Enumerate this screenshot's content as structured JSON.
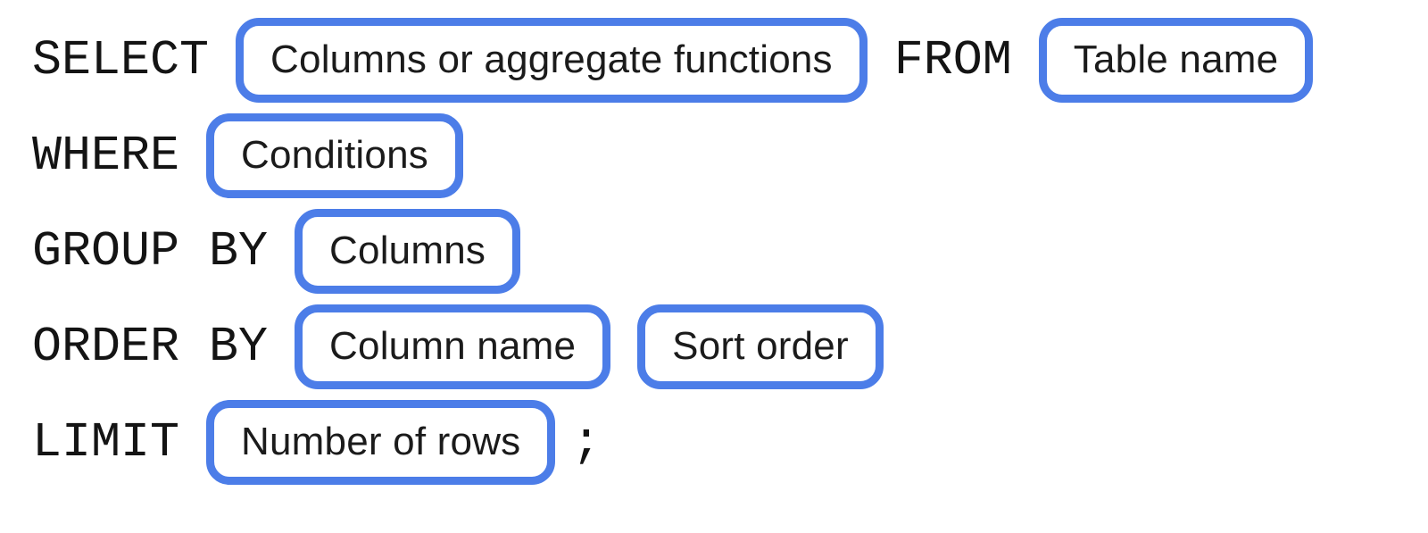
{
  "colors": {
    "accent": "#4c7de8",
    "text": "#141414",
    "background": "#ffffff"
  },
  "diagram": {
    "description": "SQL SELECT statement syntax diagram",
    "rows": [
      {
        "keyword": "SELECT",
        "box1": "Columns or aggregate functions",
        "keyword2": "FROM",
        "box2": "Table name"
      },
      {
        "keyword": "WHERE",
        "box1": "Conditions"
      },
      {
        "keyword": "GROUP BY",
        "box1": "Columns"
      },
      {
        "keyword": "ORDER BY",
        "box1": "Column name",
        "box2": "Sort order"
      },
      {
        "keyword": "LIMIT",
        "box1": "Number of rows",
        "terminator": ";"
      }
    ]
  }
}
